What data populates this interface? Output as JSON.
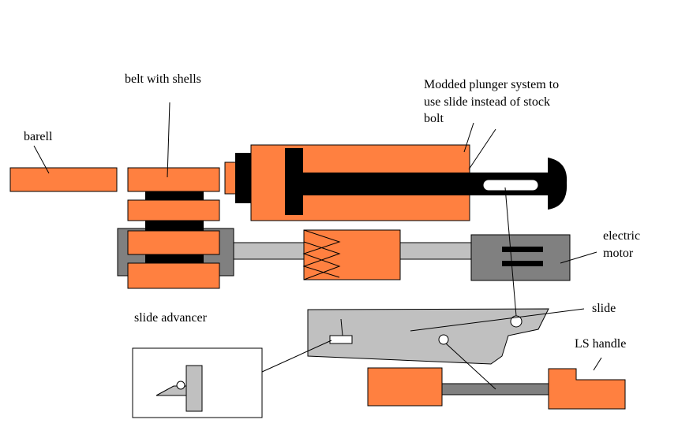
{
  "labels": {
    "barrel": "barell",
    "belt_with_shells": "belt with shells",
    "plunger_line1": "Modded plunger system to",
    "plunger_line2": "use slide instead of stock",
    "plunger_line3": "bolt",
    "electric_motor_line1": "electric",
    "electric_motor_line2": "motor",
    "slide": "slide",
    "slide_advancer": "slide advancer",
    "ls_handle": "LS handle"
  },
  "colors": {
    "orange": "#FF8040",
    "gray": "#C0C0C0",
    "dark_gray": "#808080",
    "black": "#000000",
    "white": "#FFFFFF"
  }
}
